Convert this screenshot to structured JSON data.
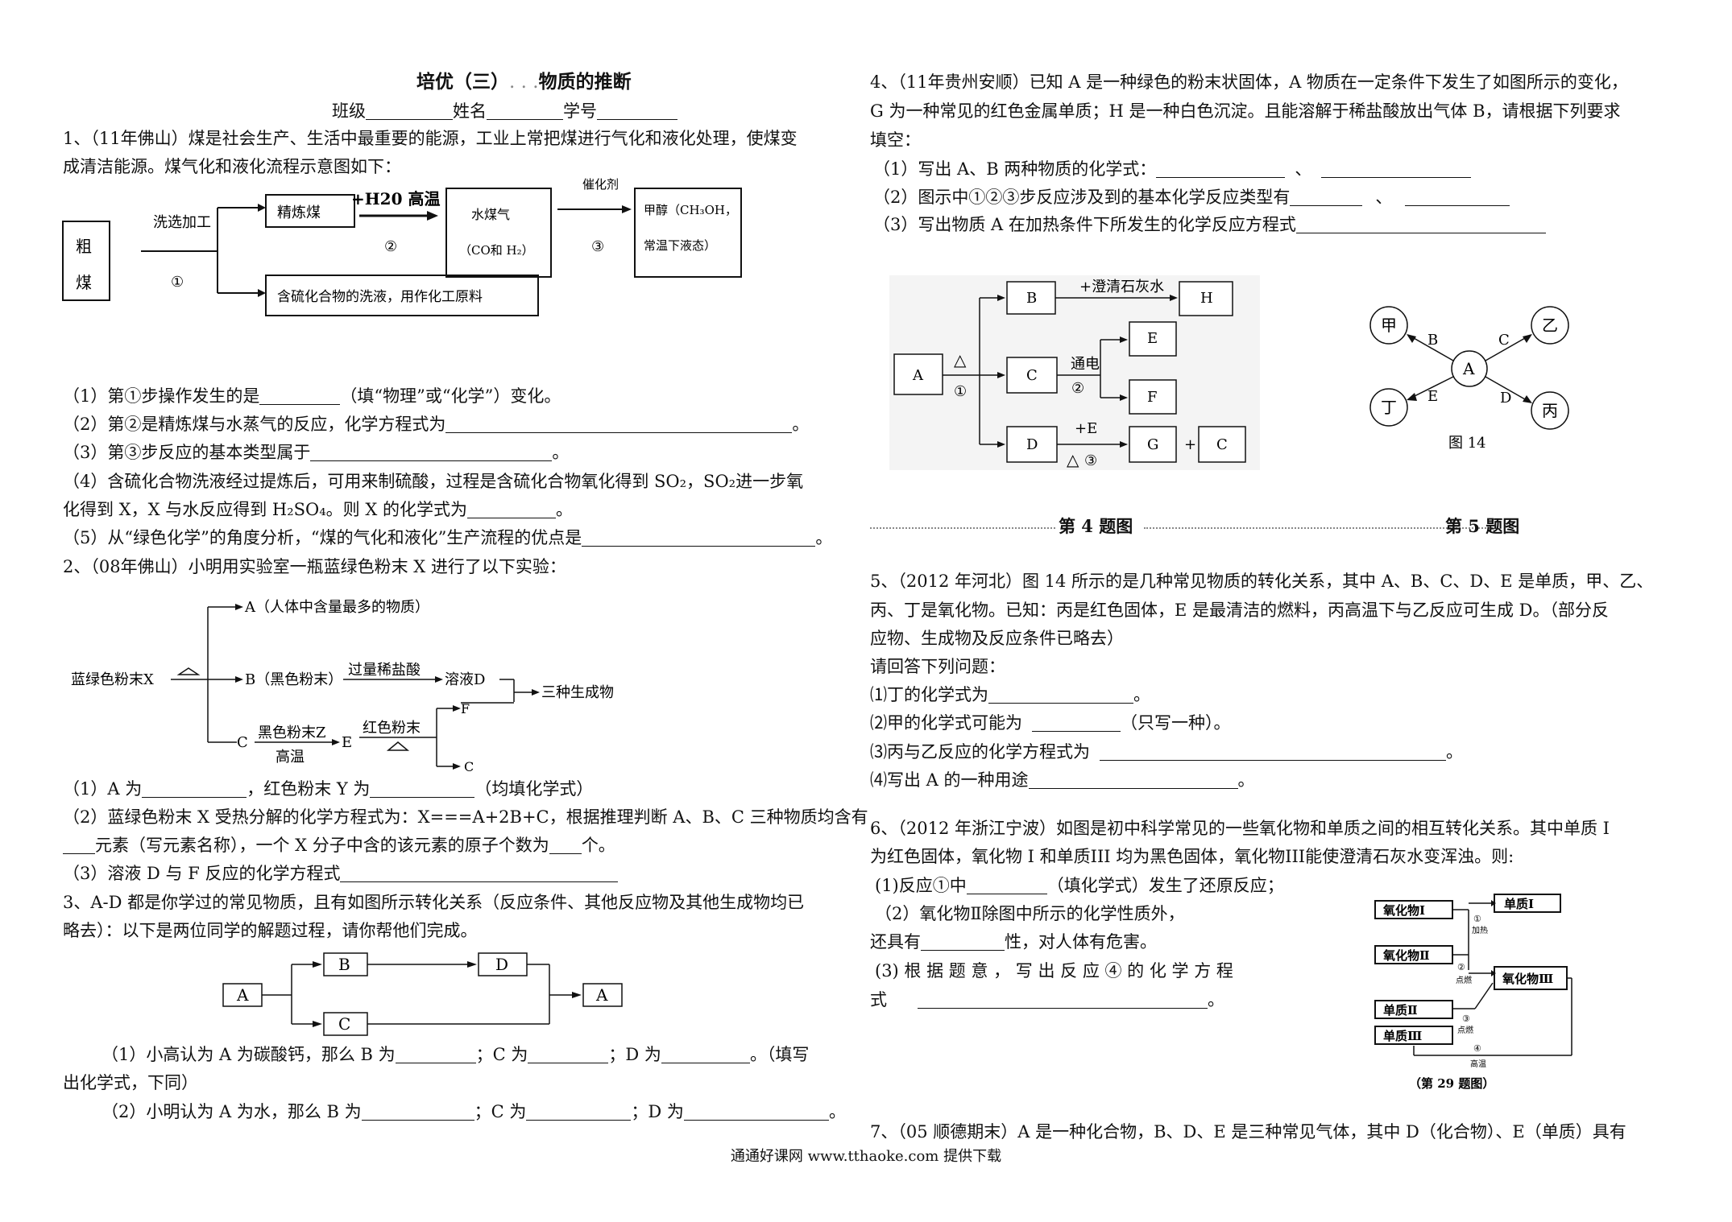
{
  "header": {
    "title_a": "培优（三）",
    "title_b": "物质的推断",
    "class_label": "班级",
    "name_label": "姓名",
    "id_label": "学号"
  },
  "q1": {
    "stem1": "1、（11年佛山）煤是社会生产、生活中最重要的能源，工业上常把煤进行气化和液化处理，使煤变",
    "stem2": "成清洁能源。煤气化和液化流程示意图如下：",
    "d_raw1": "粗",
    "d_raw2": "煤",
    "d_wash": "洗选加工",
    "d_s1": "①",
    "d_refined": "精炼煤",
    "d_cond2": "+H20 高温",
    "d_s2": "②",
    "d_gas1": "水煤气",
    "d_gas2": "（CO和 H₂）",
    "d_cat": "催化剂",
    "d_s3": "③",
    "d_meth1": "甲醇（CH₃OH，",
    "d_meth2": "常温下液态）",
    "d_waste": "含硫化合物的洗液，用作化工原料",
    "a1a": "（1）第①步操作发生的是",
    "a1b": "（填“物理”或“化学”）变化。",
    "a2a": "（2）第②是精炼煤与水蒸气的反应，化学方程式为",
    "a3a": "（3）第③步反应的基本类型属于",
    "a4a": "（4）含硫化合物洗液经过提炼后，可用来制硫酸，过程是含硫化合物氧化得到 SO₂，SO₂进一步氧",
    "a4b": "化得到 X，X 与水反应得到 H₂SO₄。则 X 的化学式为",
    "a5a": "（5）从“绿色化学”的角度分析，“煤的气化和液化”生产流程的优点是"
  },
  "q2": {
    "stem": "2、（08年佛山）小明用实验室一瓶蓝绿色粉末 X 进行了以下实验：",
    "d_x": "蓝绿色粉末X",
    "d_a": "A（人体中含量最多的物质）",
    "d_b": "B（黑色粉末）",
    "d_hcl": "过量稀盐酸",
    "d_sol": "溶液D",
    "d_three": "三种生成物",
    "d_c": "C",
    "d_z": "黑色粉末Z",
    "d_high": "高温",
    "d_e": "E",
    "d_y": "红色粉末",
    "d_f": "F",
    "d_c2": "C",
    "a1a": "（1）A 为",
    "a1b": "，红色粉末 Y 为",
    "a1c": "（均填化学式）",
    "a2a": "（2）蓝绿色粉末 X 受热分解的化学方程式为：X===A+2B+C，根据推理判断 A、B、C 三种物质均含有",
    "a2b": "元素（写元素名称），一个 X 分子中含的该元素的原子个数为",
    "a2c": "个。",
    "a3a": "（3）溶液 D 与 F 反应的化学方程式"
  },
  "q3": {
    "stem1": "3、A-D 都是你学过的常见物质，且有如图所示转化关系（反应条件、其他反应物及其他生成物均已",
    "stem2": "略去）：以下是两位同学的解题过程，请你帮他们完成。",
    "d_a": "A",
    "d_b": "B",
    "d_c": "C",
    "d_d": "D",
    "d_a2": "A",
    "a1a": "（1）小高认为 A 为碳酸钙，那么 B 为",
    "a1b": "；C 为",
    "a1c": "；D 为",
    "a1d": "。（填写",
    "a1e": "出化学式，下同）",
    "a2a": "（2）小明认为 A 为水，那么 B 为",
    "a2b": "；C 为",
    "a2c": "；D 为",
    "a2d": "。"
  },
  "q4": {
    "stem1": "4、（11年贵州安顺）已知 A 是一种绿色的粉末状固体，A 物质在一定条件下发生了如图所示的变化，",
    "stem2": "G 为一种常见的红色金属单质；H 是一种白色沉淀。且能溶解于稀盐酸放出气体 B，请根据下列要求",
    "stem3": "填空：",
    "a1a": "（1）写出 A、B 两种物质的化学式：",
    "a1b": "、",
    "a2a": "（2）图示中①②③步反应涉及到的基本化学反应类型有",
    "a2b": "、",
    "a3a": "（3）写出物质 A 在加热条件下所发生的化学反应方程式",
    "d_a": "A",
    "d_heat": "△",
    "d_s1": "①",
    "d_b": "B",
    "d_lime": "+澄清石灰水",
    "d_h": "H",
    "d_c": "C",
    "d_elec": "通电",
    "d_s2": "②",
    "d_e": "E",
    "d_f": "F",
    "d_d": "D",
    "d_pe": "+E",
    "d_heat2": "△",
    "d_s3": "③",
    "d_g": "G",
    "d_plus": "+",
    "d_c2": "C",
    "cap4": "第 4 题图",
    "cap5": "第 5 题图"
  },
  "q5": {
    "d_jia": "甲",
    "d_yi": "乙",
    "d_ding": "丁",
    "d_bing": "丙",
    "d_a": "A",
    "d_b": "B",
    "d_c": "C",
    "d_e": "E",
    "d_d": "D",
    "d_fig": "图 14",
    "stem1": "5、（2012 年河北）图 14 所示的是几种常见物质的转化关系，其中 A、B、C、D、E 是单质，甲、乙、",
    "stem2": "丙、丁是氧化物。已知：丙是红色固体，E 是最清洁的燃料，丙高温下与乙反应可生成 D。（部分反",
    "stem3": "应物、生成物及反应条件已略去）",
    "stem4": "请回答下列问题：",
    "a1a": "⑴丁的化学式为",
    "a1b": "。",
    "a2a": "⑵甲的化学式可能为",
    "a2b": "（只写一种）。",
    "a3a": "⑶丙与乙反应的化学方程式为",
    "a3b": "。",
    "a4a": "⑷写出 A 的一种用途",
    "a4b": "。"
  },
  "q6": {
    "stem1": "6、（2012 年浙江宁波）如图是初中科学常见的一些氧化物和单质之间的相互转化关系。其中单质 I",
    "stem2": "为红色固体，氧化物 I 和单质III 均为黑色固体，氧化物III能使澄清石灰水变浑浊。则:",
    "a1a": "(1)反应①中",
    "a1b": "（填化学式）发生了还原反应；",
    "a2a": "（2）氧化物Ⅱ除图中所示的化学性质外，",
    "a2b": "还具有",
    "a2c": "性，对人体有危害。",
    "a3a": "(3) 根 据 题 意 ， 写 出 反 应 ④ 的 化 学 方 程",
    "a3b": "式",
    "a3c": "。",
    "d_ox1": "氧化物Ⅰ",
    "d_el1": "单质Ⅰ",
    "d_ox2": "氧化物Ⅱ",
    "d_ox3": "氧化物Ⅲ",
    "d_el2": "单质Ⅱ",
    "d_el3": "单质Ⅲ",
    "d_n1": "①",
    "d_n2": "②",
    "d_n3": "③",
    "d_n4": "④",
    "d_heat": "加热",
    "d_ign": "点燃",
    "d_ign2": "点燃",
    "d_high": "高温",
    "d_cap": "（第 29 题图）"
  },
  "q7": {
    "stem1": "7、（05 顺德期末）A 是一种化合物，B、D、E 是三种常见气体，其中 D（化合物）、E（单质）具有"
  },
  "footer": "通通好课网 www.tthaoke.com 提供下载"
}
